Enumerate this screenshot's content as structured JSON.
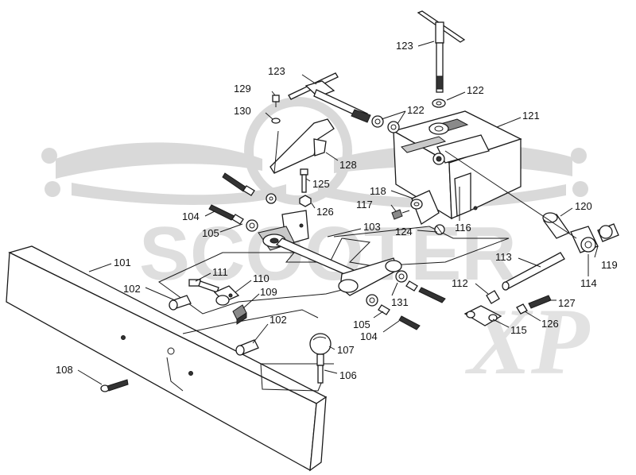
{
  "watermark": {
    "brand": "SCOOTER",
    "suffix": "XP"
  },
  "colors": {
    "line": "#1a1a1a",
    "shade": "#8a8a8a",
    "watermark": "#d9d9d9"
  },
  "labels": {
    "l101": "101",
    "l102a": "102",
    "l102b": "102",
    "l103": "103",
    "l104a": "104",
    "l104b": "104",
    "l105a": "105",
    "l105b": "105",
    "l106": "106",
    "l107": "107",
    "l108": "108",
    "l109": "109",
    "l110": "110",
    "l111": "111",
    "l112": "112",
    "l113": "113",
    "l114": "114",
    "l115": "115",
    "l116": "116",
    "l117": "117",
    "l118": "118",
    "l119": "119",
    "l120": "120",
    "l121": "121",
    "l122a": "122",
    "l122b": "122",
    "l123a": "123",
    "l123b": "123",
    "l124": "124",
    "l125": "125",
    "l126a": "126",
    "l126b": "126",
    "l127": "127",
    "l128": "128",
    "l129": "129",
    "l130": "130",
    "l131": "131"
  }
}
